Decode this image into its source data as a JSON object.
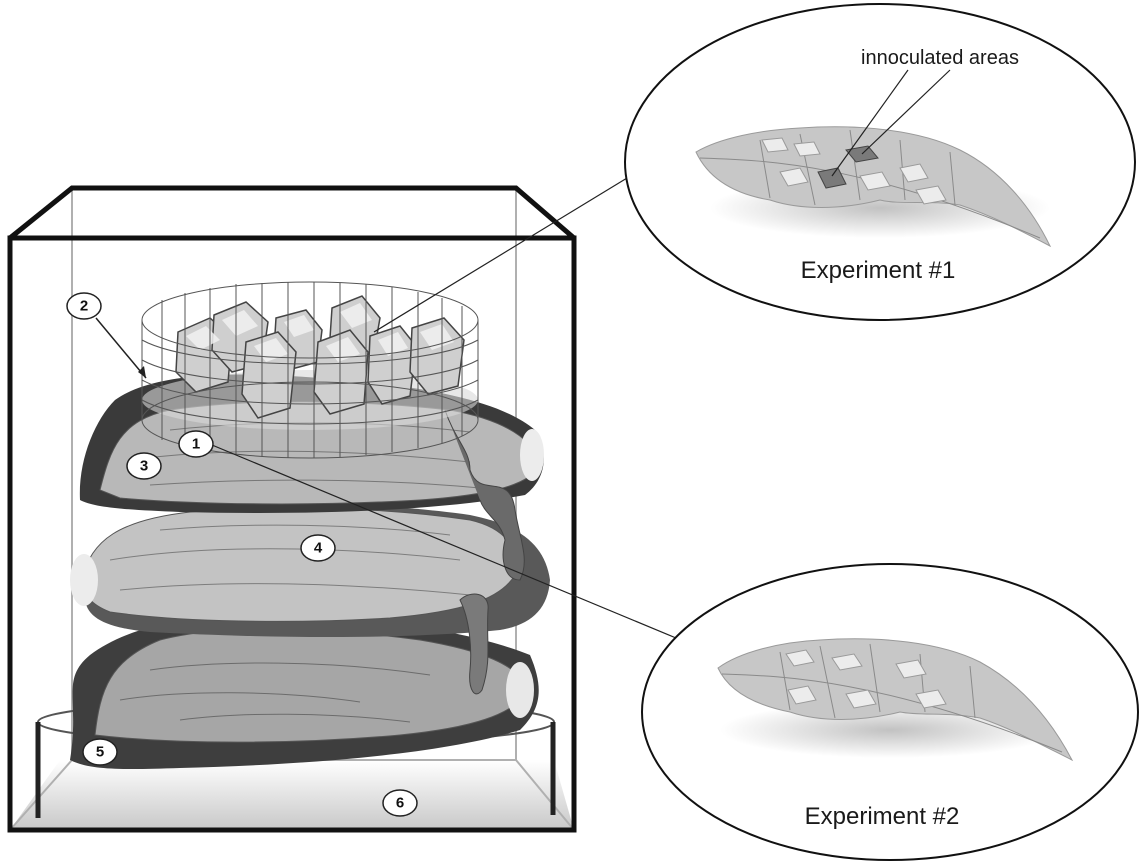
{
  "callouts": {
    "c1": "1",
    "c2": "2",
    "c3": "3",
    "c4": "4",
    "c5": "5",
    "c6": "6"
  },
  "experiment_1": {
    "label": "Experiment #1",
    "annotation": "innoculated areas"
  },
  "experiment_2": {
    "label": "Experiment #2"
  },
  "colors": {
    "outline": "#111111",
    "leaf_light": "#c9c9c9",
    "leaf_mid": "#9a9a9a",
    "leaf_dark": "#4a4a4a",
    "square_fill": "#e6e6e6",
    "inoculated_fill": "#7a7a7a"
  }
}
